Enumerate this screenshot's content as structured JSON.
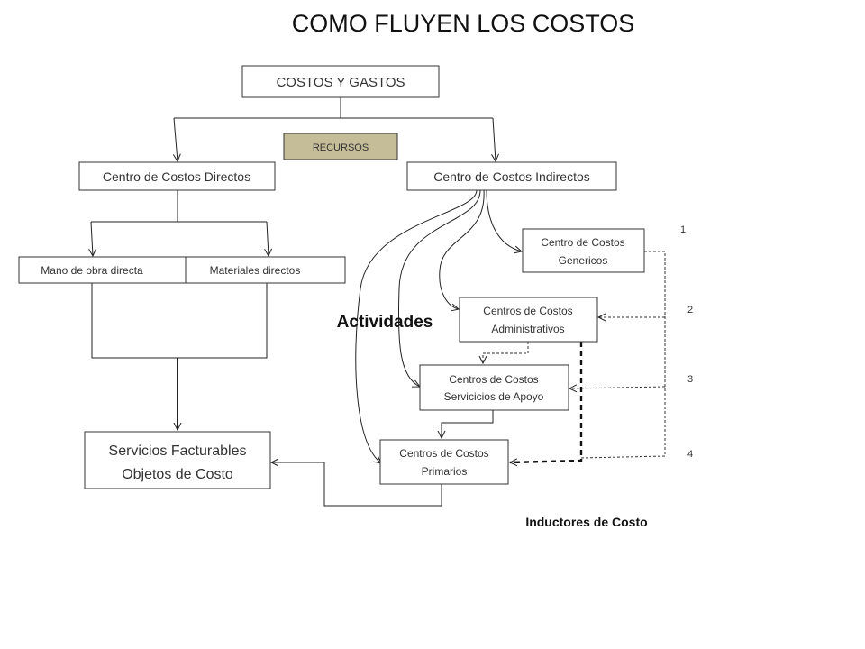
{
  "title": "COMO FLUYEN LOS COSTOS",
  "nodes": {
    "costos_gastos": "COSTOS  Y  GASTOS",
    "recursos": "RECURSOS",
    "cc_directos": "Centro de Costos Directos",
    "cc_indirectos": "Centro de Costos Indirectos",
    "mano_obra": "Mano de obra directa",
    "materiales": "Materiales directos",
    "servicios_line1": "Servicios Facturables",
    "servicios_line2": "Objetos de Costo",
    "genericos_line1": "Centro de Costos",
    "genericos_line2": "Genericos",
    "administrativos_line1": "Centros de Costos",
    "administrativos_line2": "Administrativos",
    "apoyo_line1": "Centros de Costos",
    "apoyo_line2": "Servicicios de Apoyo",
    "primarios_line1": "Centros de Costos",
    "primarios_line2": "Primarios"
  },
  "labels": {
    "actividades": "Actividades",
    "inductores": "Inductores de Costo",
    "n1": "1",
    "n2": "2",
    "n3": "3",
    "n4": "4"
  },
  "colors": {
    "recursos_fill": "#c4bd97"
  }
}
